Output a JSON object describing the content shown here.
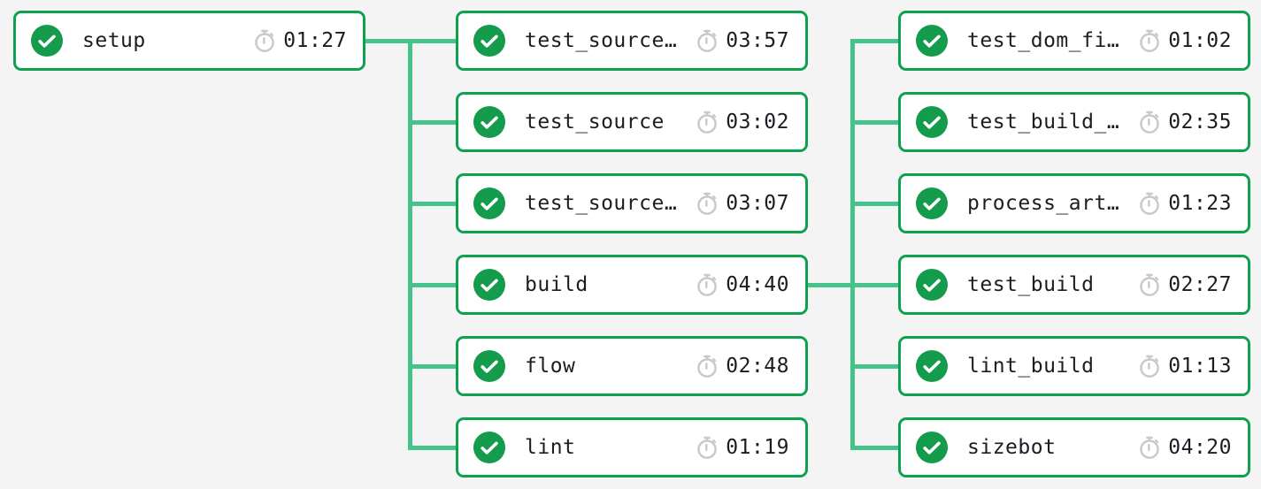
{
  "workflow": {
    "status": "success",
    "columns": [
      {
        "nodes": [
          {
            "label": "setup",
            "duration": "01:27",
            "status": "success"
          }
        ]
      },
      {
        "nodes": [
          {
            "label": "test_source_…",
            "duration": "03:57",
            "status": "success"
          },
          {
            "label": "test_source",
            "duration": "03:02",
            "status": "success"
          },
          {
            "label": "test_source_…",
            "duration": "03:07",
            "status": "success"
          },
          {
            "label": "build",
            "duration": "04:40",
            "status": "success"
          },
          {
            "label": "flow",
            "duration": "02:48",
            "status": "success"
          },
          {
            "label": "lint",
            "duration": "01:19",
            "status": "success"
          }
        ]
      },
      {
        "nodes": [
          {
            "label": "test_dom_fix…",
            "duration": "01:02",
            "status": "success"
          },
          {
            "label": "test_build_p…",
            "duration": "02:35",
            "status": "success"
          },
          {
            "label": "process_arti…",
            "duration": "01:23",
            "status": "success"
          },
          {
            "label": "test_build",
            "duration": "02:27",
            "status": "success"
          },
          {
            "label": "lint_build",
            "duration": "01:13",
            "status": "success"
          },
          {
            "label": "sizebot",
            "duration": "04:20",
            "status": "success"
          }
        ]
      }
    ]
  },
  "icons": {
    "status": "check-circle-icon",
    "duration": "stopwatch-icon"
  },
  "colors": {
    "background": "#f4f4f4",
    "node_background": "#ffffff",
    "node_border_green": "#0fa04f",
    "edge_green": "#46c38a",
    "check_circle_green": "#149c4c",
    "stopwatch_gray": "#c9c9c9",
    "text": "#1a1d21"
  }
}
